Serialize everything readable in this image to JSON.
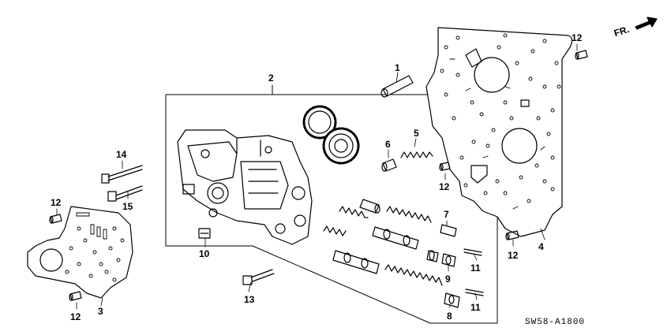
{
  "diagram": {
    "direction_label": "FR.",
    "drawing_code": "SW58-A1800",
    "callouts": {
      "p1": "1",
      "p2": "2",
      "p3": "3",
      "p4": "4",
      "p5": "5",
      "p6": "6",
      "p7": "7",
      "p8": "8",
      "p9": "9",
      "p10": "10",
      "p11a": "11",
      "p11b": "11",
      "p12a": "12",
      "p12b": "12",
      "p12c": "12",
      "p12d": "12",
      "p12e": "12",
      "p13": "13",
      "p14": "14",
      "p15": "15"
    }
  }
}
